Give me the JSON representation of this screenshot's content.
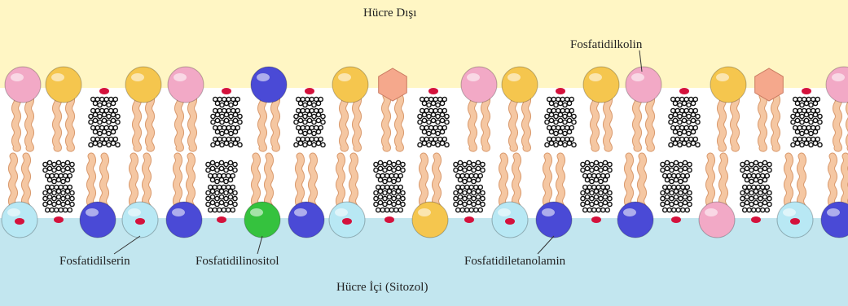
{
  "regions": {
    "outside": "Hücre Dışı",
    "inside": "Hücre İçi (Sitozol)"
  },
  "labels": {
    "phosphatidylcholine": "Fosfatidilkolin",
    "phosphatidylserine": "Fosfatidilserin",
    "phosphatidylinositol": "Fosfatidilinositol",
    "phosphatidylethanolamine": "Fosfatidiletanolamin"
  },
  "colors": {
    "outside_bg": "#fff6c4",
    "inside_bg": "#c2e6ef",
    "membrane_bg": "#ffffff",
    "tail": "#f5c7a2",
    "tail_edge": "#d99a6e",
    "head_pink": "#f2a9c6",
    "head_yellow": "#f5c64e",
    "head_blue": "#4a4ad6",
    "head_lightblue": "#b8e8f4",
    "head_green": "#35c23e",
    "head_hexagon": "#f5a88c",
    "cholesterol_polar": "#d4123c",
    "cholesterol_ring": "#111111"
  },
  "legend_map": {
    "pink": "phosphatidylcholine",
    "yellow": "sphingomyelin",
    "blue": "phosphatidylethanolamine",
    "lightblue": "phosphatidylserine",
    "green": "phosphatidylinositol",
    "hexagon": "glycolipid"
  }
}
